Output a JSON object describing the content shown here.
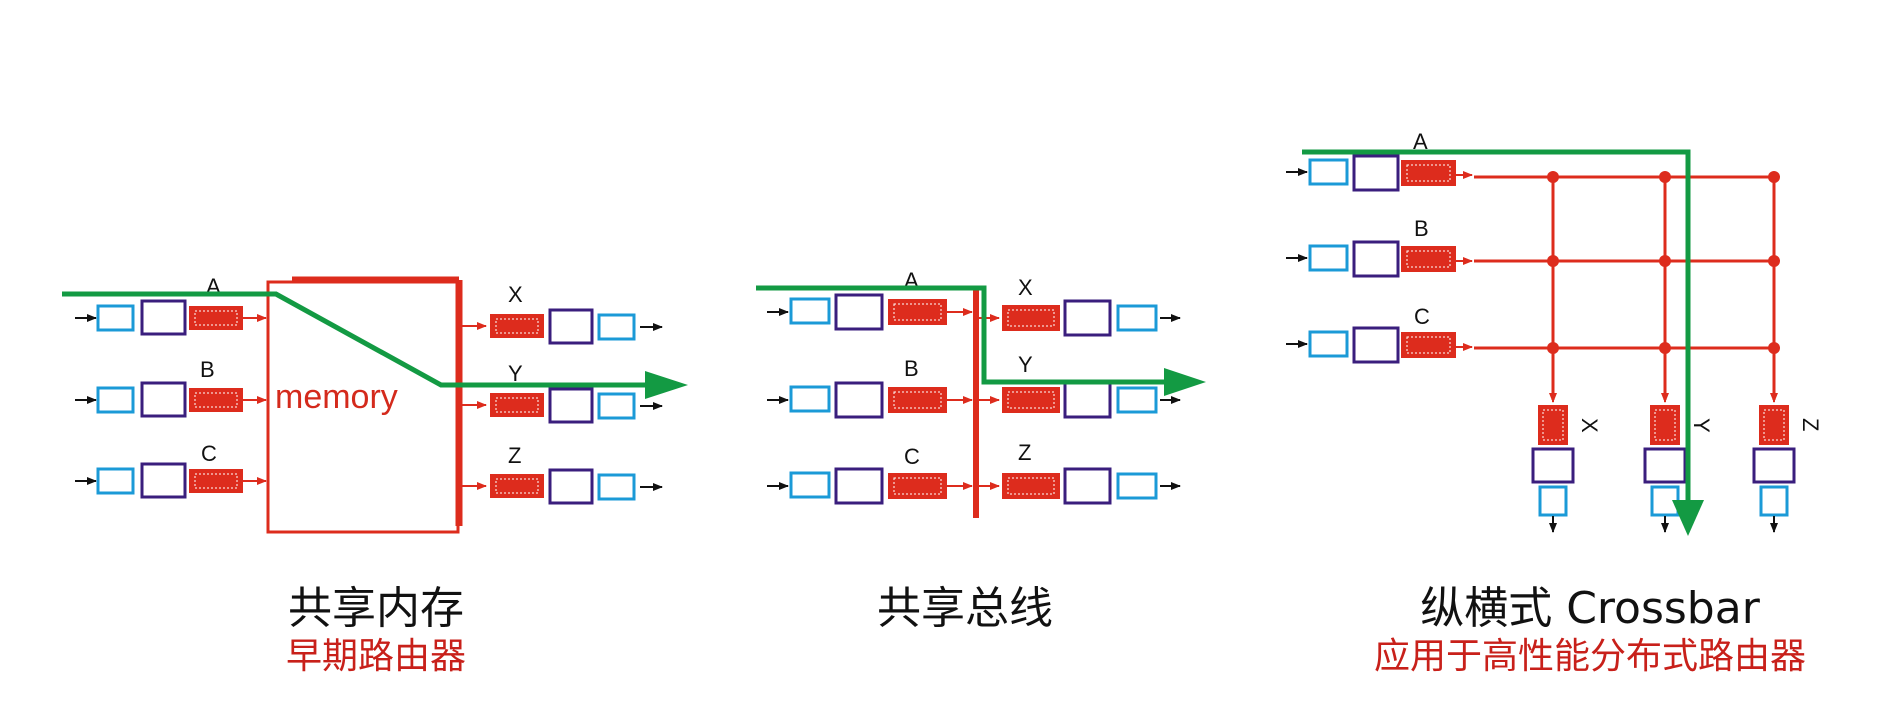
{
  "colors": {
    "path": "#139a43",
    "fabric": "#dd2c1d",
    "queue": "#dd2c1d",
    "input_box": "#1b9ad7",
    "line_card": "#3a1e7d",
    "arrow": "#111111",
    "caption_title": "#111111",
    "caption_sub": "#c8201a"
  },
  "panels": {
    "memory": {
      "inputs": [
        "A",
        "B",
        "C"
      ],
      "outputs": [
        "X",
        "Y",
        "Z"
      ],
      "fabric_label": "memory",
      "caption_title": "共享内存",
      "caption_sub": "早期路由器"
    },
    "bus": {
      "inputs": [
        "A",
        "B",
        "C"
      ],
      "outputs": [
        "X",
        "Y",
        "Z"
      ],
      "caption_title": "共享总线"
    },
    "crossbar": {
      "inputs": [
        "A",
        "B",
        "C"
      ],
      "outputs": [
        "X",
        "Y",
        "Z"
      ],
      "caption_title": "纵横式 Crossbar",
      "caption_sub": "应用于高性能分布式路由器"
    }
  }
}
